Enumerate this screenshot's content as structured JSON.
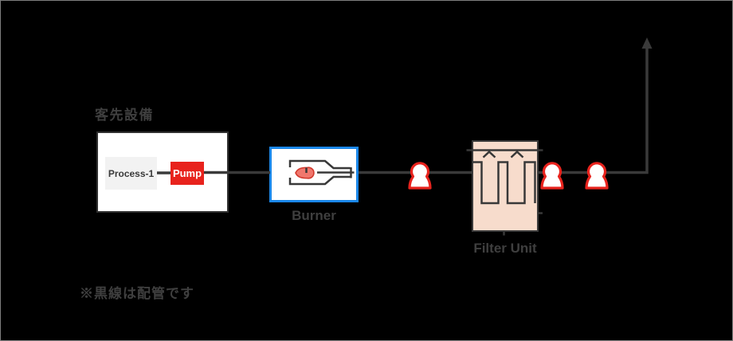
{
  "labels": {
    "customer": "客先設備",
    "process": "Process-1",
    "pump": "Pump",
    "burner": "Burner",
    "filter": "Filter Unit",
    "note": "※黒線は配管です"
  },
  "flow_sequence": [
    "Process-1",
    "Pump",
    "Burner",
    "valve",
    "Filter Unit",
    "valve",
    "valve",
    "exhaust-up-arrow"
  ],
  "valve_count": 3,
  "colors": {
    "background": "#000000",
    "pipe": "#3a3a3a",
    "box-border": "#303030",
    "label": "#3f3f3f",
    "red": "#e8231d",
    "blue": "#1b87e8",
    "filter-fill": "#f7dccc",
    "process-fill": "#f2f2f2",
    "box-fill": "#ffffff"
  }
}
